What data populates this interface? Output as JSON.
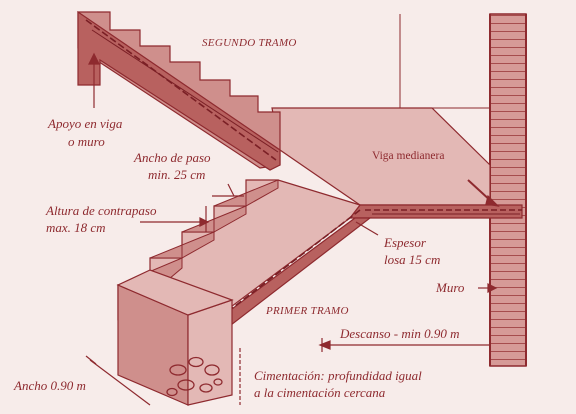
{
  "colors": {
    "background": "#f7ecea",
    "ink": "#8e2a2f",
    "fill_light": "#e3b8b5",
    "fill_mid": "#cf8f8c",
    "fill_dark": "#b8615f",
    "rebar": "#7a1f25"
  },
  "labels": {
    "segundo_tramo": "SEGUNDO TRAMO",
    "primer_tramo": "PRIMER TRAMO",
    "apoyo_l1": "Apoyo en viga",
    "apoyo_l2": "o muro",
    "ancho_paso_l1": "Ancho de paso",
    "ancho_paso_l2": "min. 25 cm",
    "altura_l1": "Altura de contrapaso",
    "altura_l2": "max. 18 cm",
    "viga": "Viga medianera",
    "espesor_l1": "Espesor",
    "espesor_l2": "losa 15 cm",
    "muro": "Muro",
    "descanso": "Descanso - min 0.90 m",
    "cimentacion_l1": "Cimentación: profundidad igual",
    "cimentacion_l2": "a la cimentación cercana",
    "ancho": "Ancho 0.90 m"
  }
}
